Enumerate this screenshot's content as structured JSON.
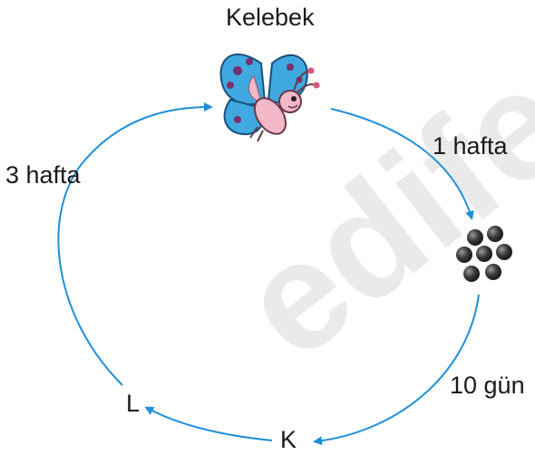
{
  "diagram": {
    "title": "Kelebek",
    "labels": {
      "top_right_duration": "1 hafta",
      "left_duration": "3 hafta",
      "bottom_right_duration": "10 gün",
      "stage_l": "L",
      "stage_k": "K"
    },
    "watermark": "edife"
  },
  "colors": {
    "arrow": "#1e8fd9",
    "text": "#1a1a1a",
    "watermark": "#d9d9d9",
    "egg": "#3b3b3b",
    "butterfly_wing": "#3fa9e0",
    "butterfly_spot": "#7a2f6e",
    "butterfly_body": "#f2b8c8"
  },
  "icons": {
    "butterfly": "butterfly-icon",
    "eggs": "egg-cluster-icon"
  }
}
